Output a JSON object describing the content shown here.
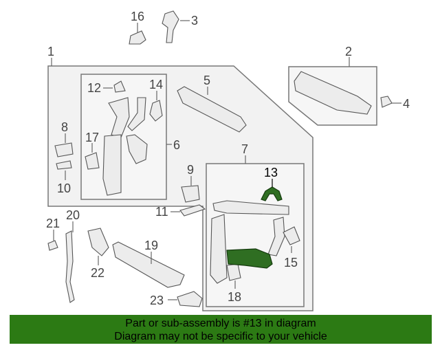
{
  "highlight_color": "#2f6e22",
  "banner_color": "#2c7a14",
  "callouts": {
    "c1": "1",
    "c2": "2",
    "c3": "3",
    "c4": "4",
    "c5": "5",
    "c6": "6",
    "c7": "7",
    "c8": "8",
    "c9": "9",
    "c10": "10",
    "c11": "11",
    "c12": "12",
    "c13": "13",
    "c14": "14",
    "c15": "15",
    "c16": "16",
    "c17": "17",
    "c18": "18",
    "c19": "19",
    "c20": "20",
    "c21": "21",
    "c22": "22",
    "c23": "23"
  },
  "banner": {
    "line1": "Part or sub-assembly is #13 in diagram",
    "line2": "Diagram may not be specific to your vehicle"
  }
}
